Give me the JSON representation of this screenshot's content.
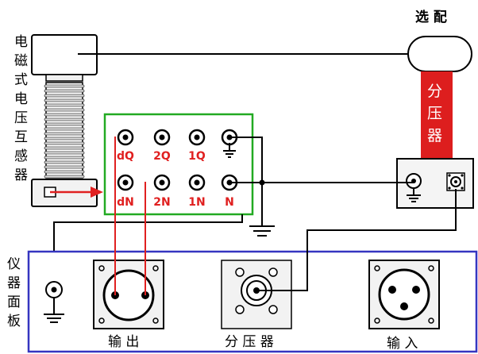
{
  "labels": {
    "pt_vertical": "电磁式电压互感器",
    "optional": "选 配",
    "divider_vertical": "分压器",
    "panel_vertical": "仪器面板",
    "output": "输 出",
    "divider": "分 压 器",
    "input": "输 入"
  },
  "terminals": {
    "top": [
      "dQ",
      "2Q",
      "1Q",
      ""
    ],
    "bottom": [
      "dN",
      "2N",
      "1N",
      "N"
    ]
  },
  "colors": {
    "wire": "#000000",
    "red_wire": "#e02020",
    "green_border": "#22aa22",
    "blue_border": "#3535c0",
    "divider_fill": "#dd1e1e",
    "terminal_text": "#e02020",
    "box_fill": "#f2f2f2"
  }
}
